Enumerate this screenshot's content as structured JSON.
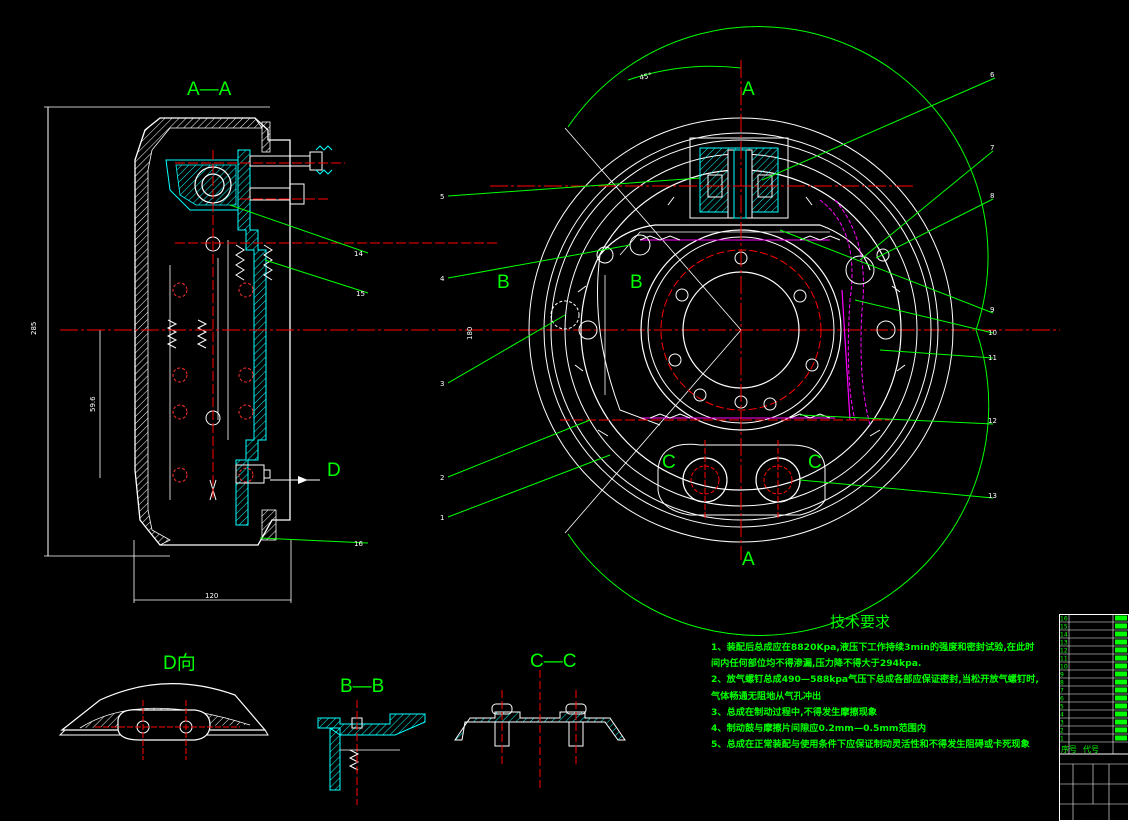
{
  "drawing": {
    "section_labels": {
      "aa_top": "A—A",
      "a_mark_top": "A",
      "a_mark_bottom": "A",
      "b_left": "B",
      "b_right": "B",
      "c_left": "C",
      "c_right": "C",
      "d_arrow": "D",
      "view_d": "D向",
      "bb": "B—B",
      "cc": "C—C"
    },
    "dimensions": {
      "overall_height": "285",
      "inner_height": "59.6",
      "width": "120",
      "angle": "45°",
      "radius": "180"
    },
    "callouts": [
      "1",
      "2",
      "3",
      "4",
      "5",
      "6",
      "7",
      "8",
      "9",
      "10",
      "11",
      "12",
      "13",
      "14",
      "15",
      "16"
    ]
  },
  "tech_requirements": {
    "title": "技术要求",
    "items": [
      "1、装配后总成应在8820Kpa,液压下工作持续3min的强度和密封试验,在此时间内任何部位均不得渗漏,压力降不得大于294kpa.",
      "2、放气螺钉总成490—588kpa气压下总成各部应保证密封,当松开放气螺钉时,气体畅通无阻地从气孔冲出",
      "3、总成在制动过程中,不得发生摩擦现象",
      "4、制动鼓与摩擦片间隙应0.2mm—0.5mm范围内",
      "5、总成在正常装配与使用条件下应保证制动灵活性和不得发生阻碍或卡死现象"
    ]
  },
  "title_block": {
    "header_seq": "序号",
    "header_code": "代号",
    "rows": [
      "16",
      "15",
      "14",
      "13",
      "12",
      "11",
      "10",
      "9",
      "8",
      "7",
      "6",
      "5",
      "4",
      "3",
      "2",
      "1"
    ]
  },
  "colors": {
    "background": "#000000",
    "outline": "#ffffff",
    "centerline": "#ff0000",
    "dimension": "#00ff00",
    "hatch": "#00ffff",
    "hidden": "#ff00ff"
  }
}
